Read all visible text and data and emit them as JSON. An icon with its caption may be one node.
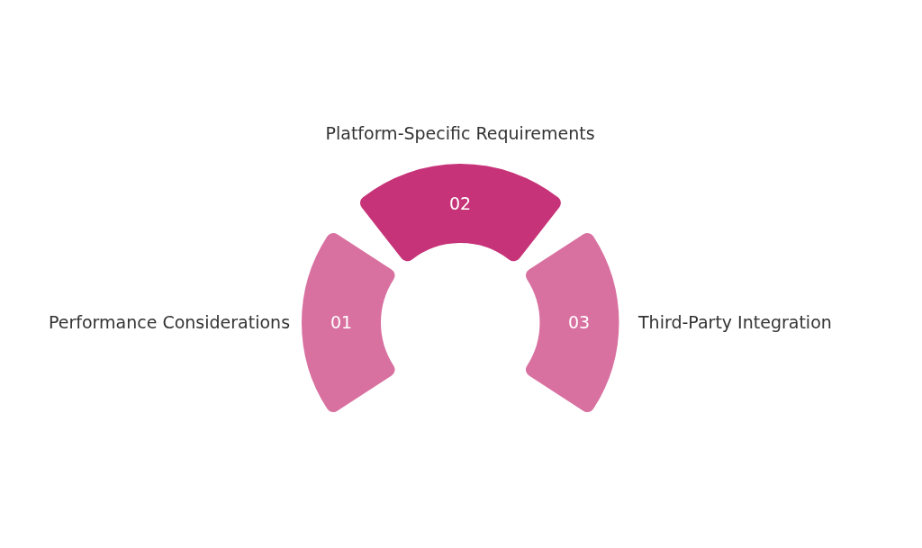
{
  "diagram": {
    "nodes": [
      {
        "text": [
          "01"
        ],
        "beside": [
          "Performance Considerations"
        ]
      },
      {
        "text": [
          "02"
        ],
        "beside": [
          "Platform-Specific Requirements"
        ]
      },
      {
        "text": [
          "03"
        ],
        "beside": [
          "Third-Party Integration"
        ]
      }
    ]
  }
}
